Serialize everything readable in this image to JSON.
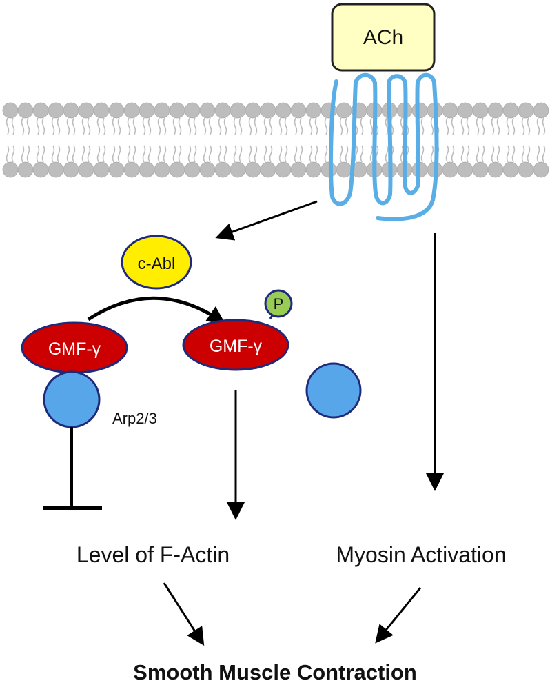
{
  "nodes": {
    "ach": "ACh",
    "c_abl": "c-Abl",
    "gmf_left": "GMF-γ",
    "gmf_right": "GMF-γ",
    "phospho": "P",
    "arp": "Arp2/3"
  },
  "outcomes": {
    "f_actin": "Level of F-Actin",
    "myosin": "Myosin Activation",
    "final": "Smooth Muscle Contraction"
  },
  "colors": {
    "receptor": "#5aaee6",
    "ach_fill": "#ffffc4",
    "c_abl_fill": "#ffee00",
    "gmf_fill": "#cc0000",
    "phospho_fill": "#99cc55",
    "arp_fill": "#58a6ea",
    "arp_stroke": "#1f2a7a",
    "membrane": "#bdbdbd"
  }
}
